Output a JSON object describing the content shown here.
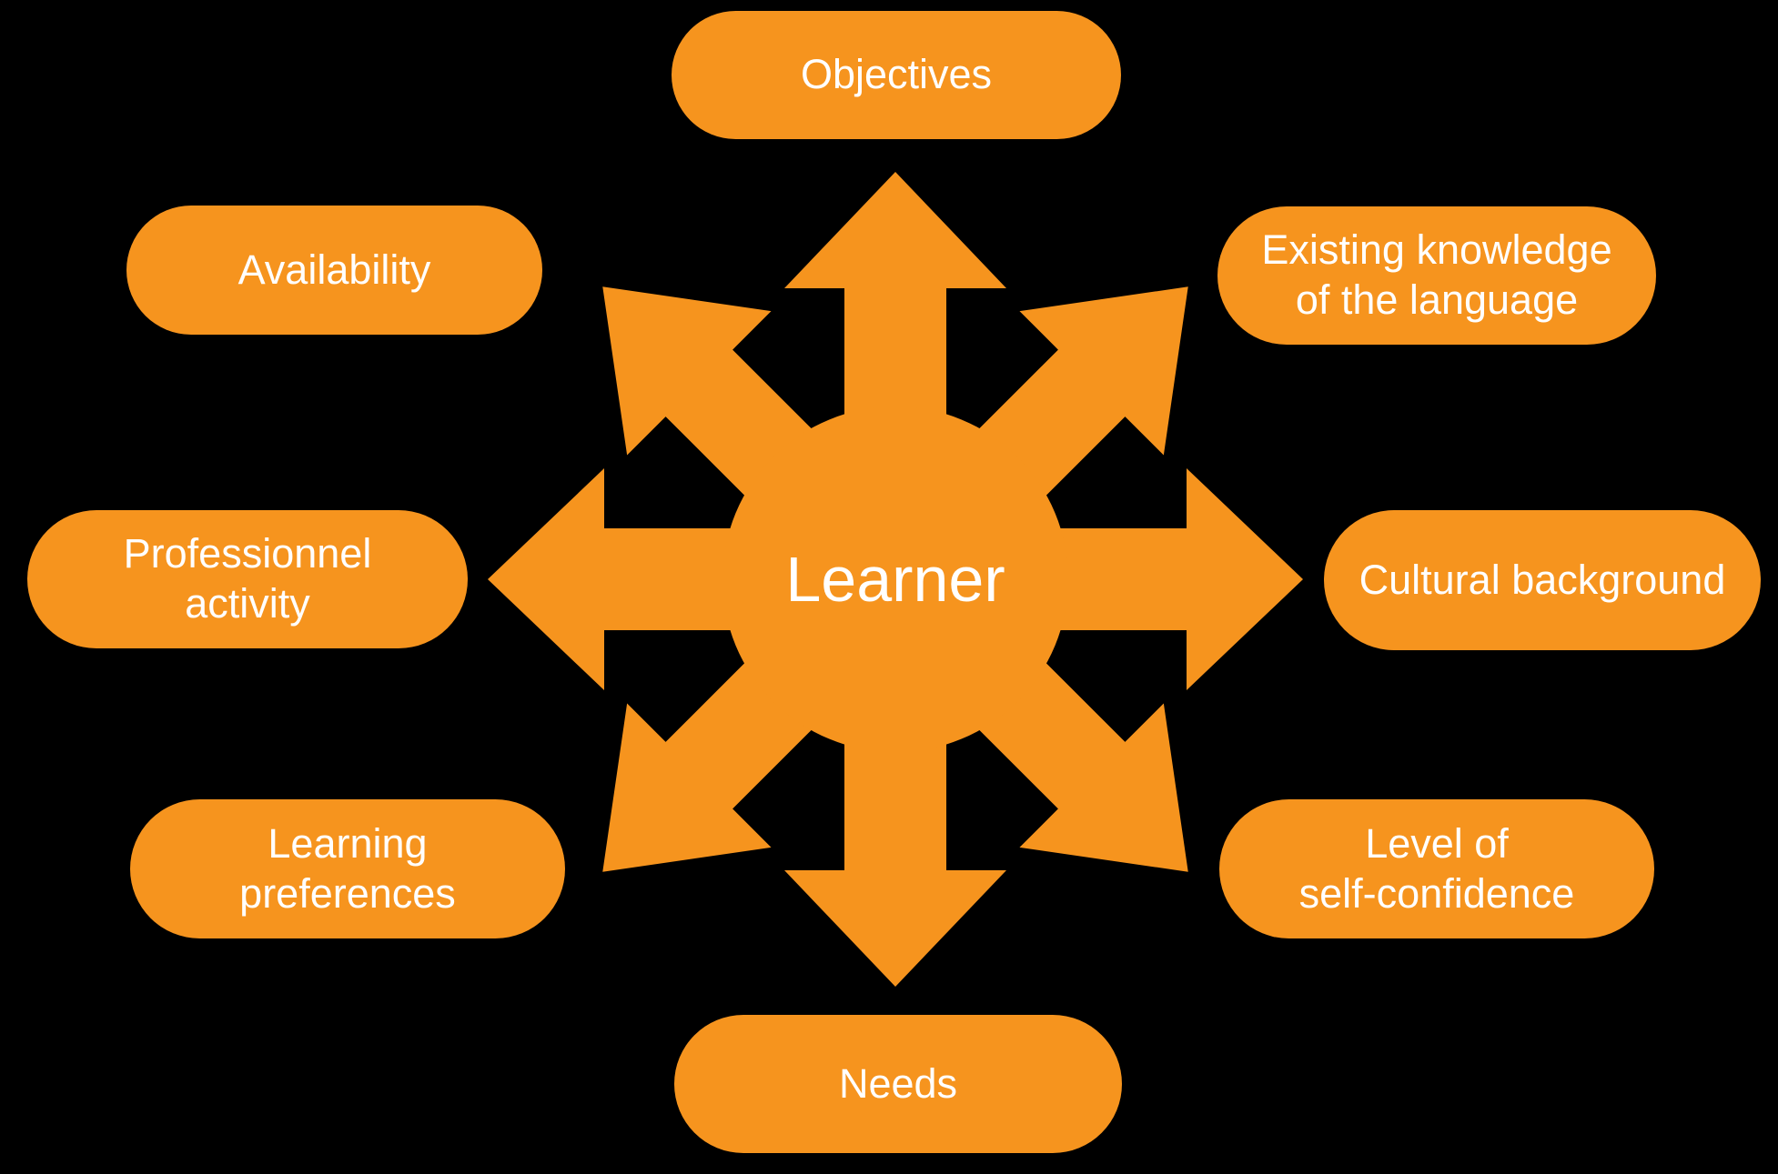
{
  "colors": {
    "background": "#000000",
    "accent": "#F6941E",
    "text": "#FFFFFF"
  },
  "center": {
    "label": "Learner"
  },
  "nodes": [
    {
      "id": "objectives",
      "label": "Objectives",
      "position": "top"
    },
    {
      "id": "existing-knowledge",
      "label": "Existing knowledge\nof the language",
      "position": "top-right"
    },
    {
      "id": "cultural-background",
      "label": "Cultural background",
      "position": "right"
    },
    {
      "id": "level-of-self-confidence",
      "label": "Level of\nself-confidence",
      "position": "bottom-right"
    },
    {
      "id": "needs",
      "label": "Needs",
      "position": "bottom"
    },
    {
      "id": "learning-preferences",
      "label": "Learning\npreferences",
      "position": "bottom-left"
    },
    {
      "id": "professionnel-activity",
      "label": "Professionnel\nactivity",
      "position": "left"
    },
    {
      "id": "availability",
      "label": "Availability",
      "position": "top-left"
    }
  ]
}
